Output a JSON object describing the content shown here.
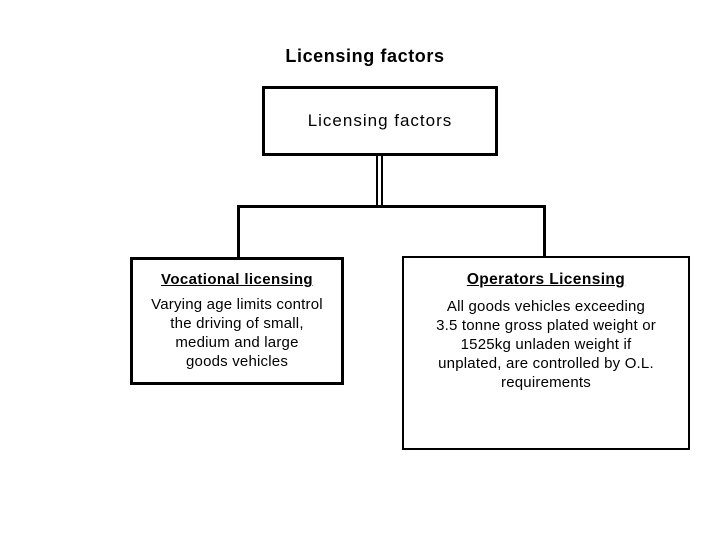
{
  "page": {
    "title": "Licensing factors",
    "background": "#ffffff"
  },
  "diagram": {
    "type": "hierarchy",
    "colors": {
      "border": "#000000",
      "text": "#000000",
      "node_background": "#ffffff"
    },
    "root": {
      "label": "Licensing factors"
    },
    "children": [
      {
        "title": "Vocational licensing",
        "body": "Varying age limits control\nthe driving of small,\nmedium and large\ngoods vehicles"
      },
      {
        "title": "Operators Licensing",
        "body": "All goods vehicles exceeding\n3.5 tonne gross plated weight or\n1525kg unladen weight if\nunplated, are controlled by O.L.\nrequirements"
      }
    ]
  }
}
